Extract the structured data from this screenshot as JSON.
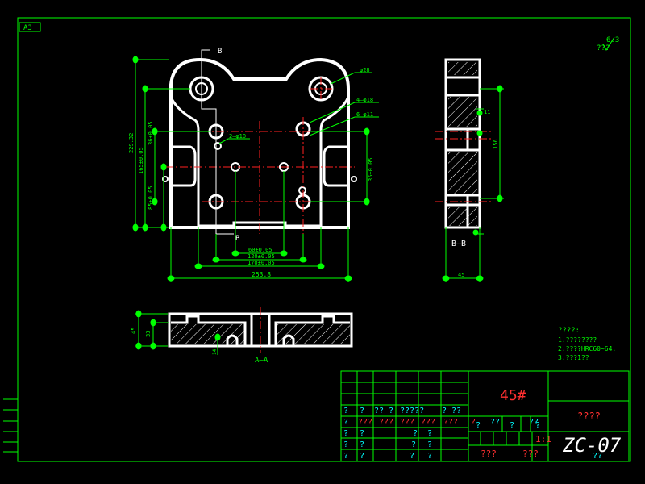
{
  "sheet": {
    "format": "A3",
    "material": "45#",
    "drawing_no": "ZC-07",
    "scale": "1:1",
    "title_block_name": "????",
    "roughness": "6.3",
    "roughness_prefix": "???"
  },
  "notes": {
    "heading": "????:",
    "items": [
      "1.????????",
      "2.????HRC60~64.",
      "3.???1??"
    ]
  },
  "section_labels": {
    "view_bb": "B—B",
    "view_aa": "A—A",
    "cut_b_top": "B",
    "cut_b_bottom": "B"
  },
  "dimensions": {
    "d_253_8": "253.8",
    "d_170": "170±0.05",
    "d_120": "120±0.05",
    "d_60": "60±0.05",
    "d_229_32": "229.32",
    "d_165": "165±0.05",
    "d_36": "36±0.05",
    "d_85": "85±0.05",
    "d_35": "35±0.05",
    "d_156": "156",
    "d_45_w": "45",
    "d_11": "11",
    "d_45_h": "45",
    "d_33": "33",
    "d_14": "14",
    "r_28": "φ28",
    "h_4_18": "4—φ18",
    "h_6_11": "6—φ11",
    "h_2_10": "2—φ10"
  },
  "title_block": {
    "row1": [
      "?",
      "?",
      "??",
      "?",
      "?????",
      "?",
      "??"
    ],
    "row2": [
      "?",
      "???",
      "???",
      "???",
      "???",
      "???",
      "?",
      "??",
      "??"
    ],
    "row3": [
      "?",
      "?",
      "?",
      "?"
    ],
    "row4": [
      "?",
      "?",
      "?",
      "?"
    ],
    "row5": [
      "?",
      "?",
      "?",
      "?"
    ],
    "mid_labels": [
      "?",
      "?",
      "?",
      "??",
      "?"
    ],
    "bottom": [
      "???",
      "???"
    ]
  },
  "colors": {
    "outline": "#ffffff",
    "dims": "#00ff00",
    "center": "#ff2020",
    "hatch": "#ffffff",
    "frame": "#00ff00",
    "accent": "#ff3030"
  }
}
